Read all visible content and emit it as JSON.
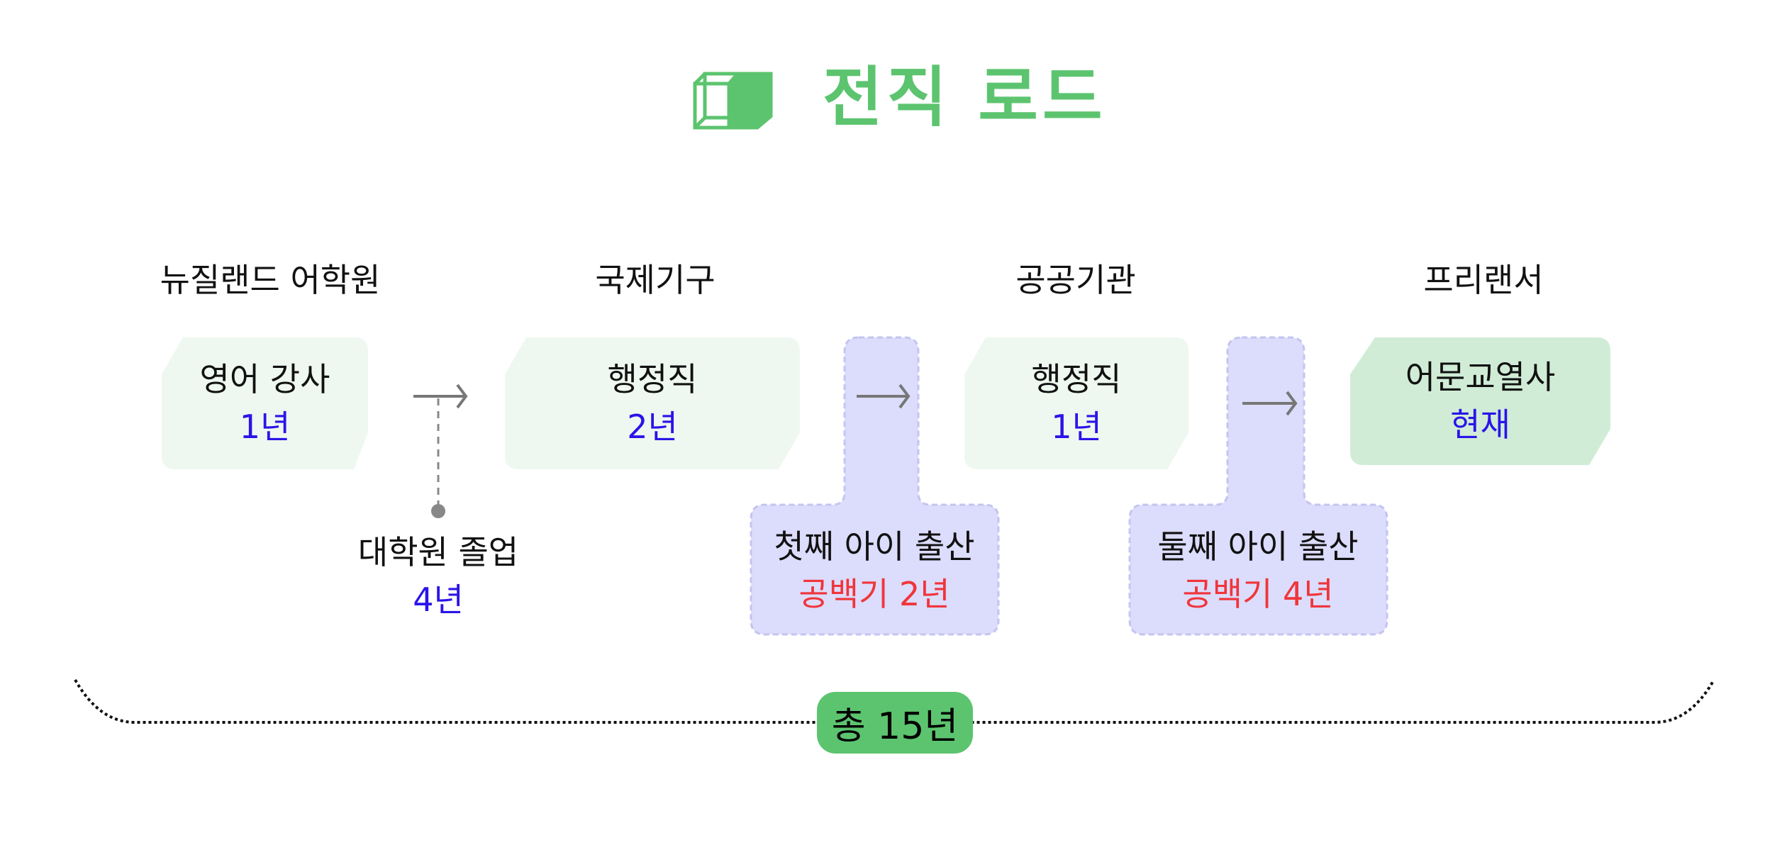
{
  "title": "전직 로드",
  "colors": {
    "accent": "#5cc46f",
    "box": "#eef8f0",
    "current_box": "#d0ecd6",
    "gap_box": "#dcdcfc",
    "years": "#2a14e8",
    "gap": "#f0353a"
  },
  "stages": [
    {
      "org": "뉴질랜드 어학원",
      "role": "영어 강사",
      "duration": "1년"
    },
    {
      "org": "국제기구",
      "role": "행정직",
      "duration": "2년"
    },
    {
      "org": "공공기관",
      "role": "행정직",
      "duration": "1년"
    },
    {
      "org": "프리랜서",
      "role": "어문교열사",
      "duration": "현재"
    }
  ],
  "milestone": {
    "label": "대학원 졸업",
    "duration": "4년"
  },
  "gaps": [
    {
      "label": "첫째 아이 출산",
      "duration": "공백기 2년"
    },
    {
      "label": "둘째 아이 출산",
      "duration": "공백기 4년"
    }
  ],
  "total": "총 15년"
}
